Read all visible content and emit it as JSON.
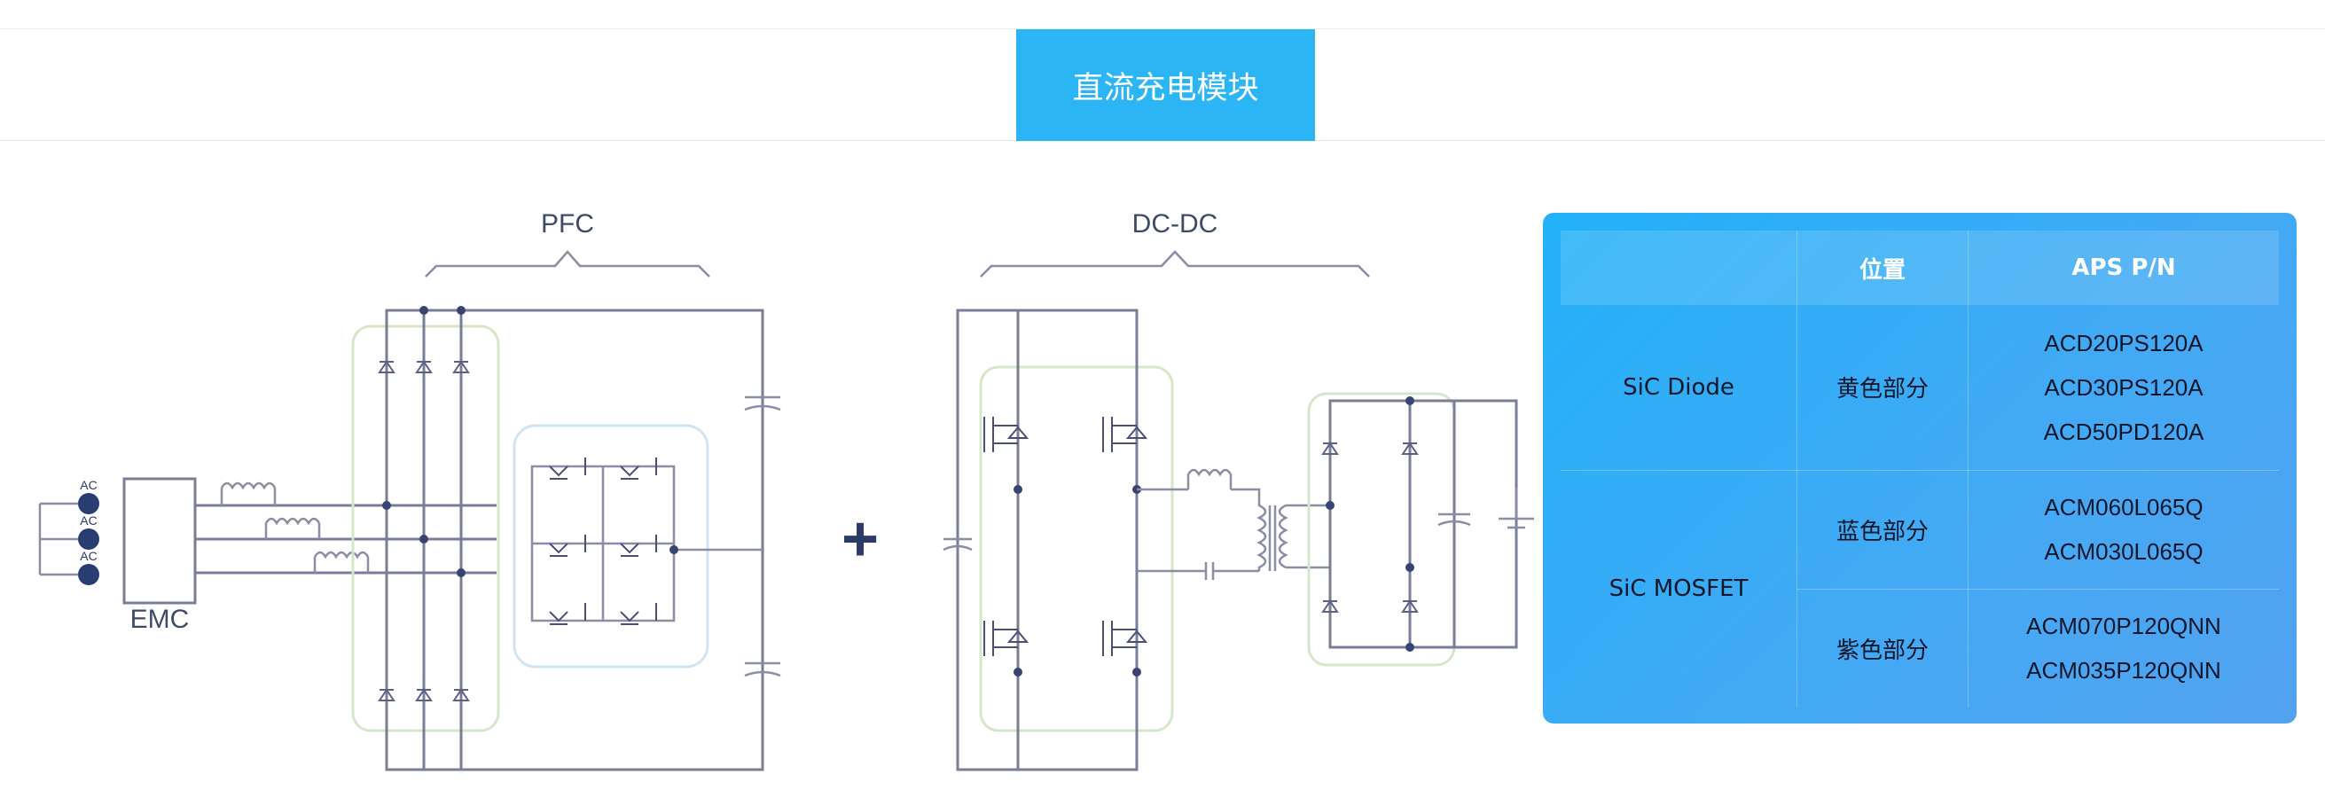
{
  "header": {
    "tab_label": "直流充电模块"
  },
  "diagram": {
    "pfc_label": "PFC",
    "dcdc_label": "DC-DC",
    "plus_label": "+",
    "emc_label": "EMC",
    "ac_labels": [
      "AC",
      "AC",
      "AC"
    ]
  },
  "table": {
    "headers": [
      "",
      "位置",
      "APS P/N"
    ],
    "groups": [
      {
        "name": "SiC Diode",
        "rows": [
          {
            "position": "黄色部分",
            "parts": [
              "ACD20PS120A",
              "ACD30PS120A",
              "ACD50PD120A"
            ]
          }
        ]
      },
      {
        "name": "SiC MOSFET",
        "rows": [
          {
            "position": "蓝色部分",
            "parts": [
              "ACM060L065Q",
              "ACM030L065Q"
            ]
          },
          {
            "position": "紫色部分",
            "parts": [
              "ACM070P120QNN",
              "ACM035P120QNN"
            ]
          }
        ]
      }
    ]
  }
}
